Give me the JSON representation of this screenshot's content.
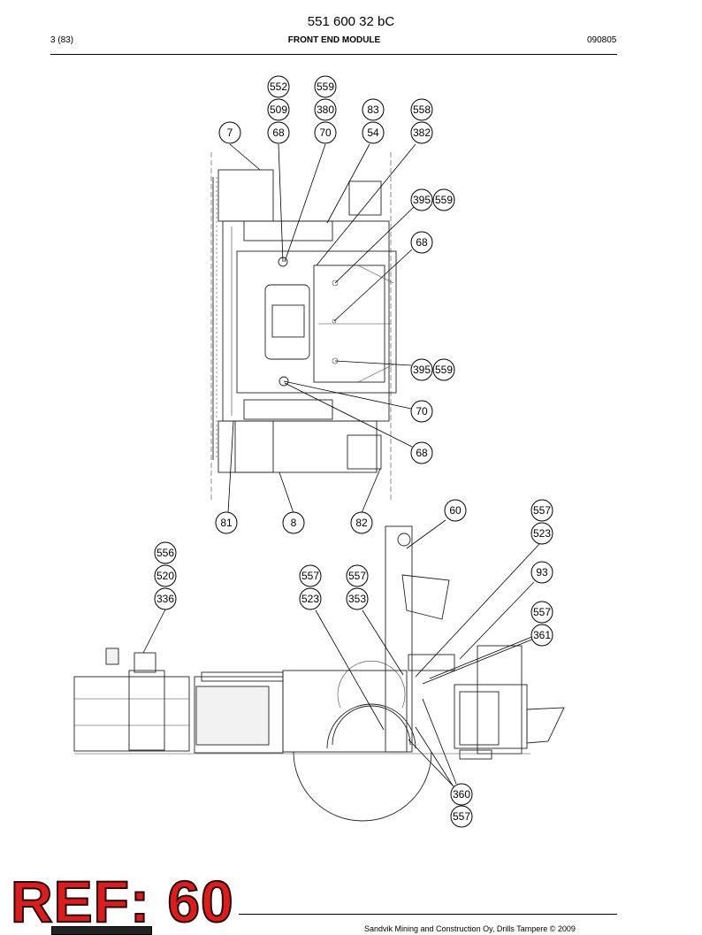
{
  "header": {
    "doc_number": "551 600 32 bC",
    "page": "3 (83)",
    "title": "FRONT END MODULE",
    "date": "090805"
  },
  "footer": {
    "copyright": "Sandvik Mining and Construction Oy, Drills Tampere © 2009"
  },
  "stamp": {
    "text": "REF: 60",
    "color": "#d81e1e"
  },
  "callouts": {
    "c552": "552",
    "c559a": "559",
    "c509": "509",
    "c380": "380",
    "c83": "83",
    "c558": "558",
    "c7": "7",
    "c68a": "68",
    "c70a": "70",
    "c54": "54",
    "c382": "382",
    "c395a": "395",
    "c559b": "559",
    "c68b": "68",
    "c395b": "395",
    "c559c": "559",
    "c70b": "70",
    "c68c": "68",
    "c81": "81",
    "c8": "8",
    "c82": "82",
    "c60": "60",
    "c557a": "557",
    "c523a": "523",
    "c556": "556",
    "c520": "520",
    "c336": "336",
    "c557b": "557",
    "c523b": "523",
    "c557c": "557",
    "c353": "353",
    "c93": "93",
    "c557d": "557",
    "c361": "361",
    "c360": "360",
    "c557e": "557"
  }
}
